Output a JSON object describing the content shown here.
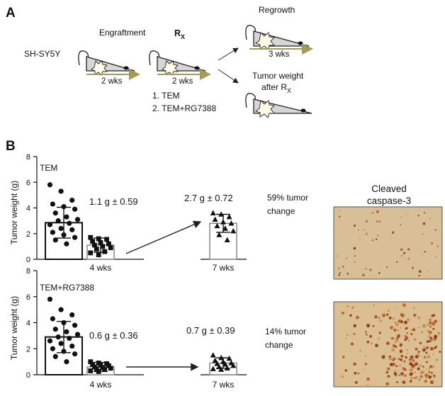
{
  "panel_a": {
    "label": "A",
    "cell_line": "SH-SY5Y",
    "steps": {
      "engraftment": "Engraftment",
      "rx_main": "R",
      "rx_sub": "X",
      "engraftment_duration": "2 wks",
      "rx_duration": "2 wks",
      "regrowth": "Regrowth",
      "regrowth_duration": "3 wks",
      "tumor_weight_line1": "Tumor weight",
      "tumor_weight_line2": "after R",
      "tumor_weight_sub": "X"
    },
    "treatments": [
      "1.  TEM",
      "2.  TEM+RG7388"
    ]
  },
  "panel_b": {
    "label": "B",
    "image_title_line1": "Cleaved",
    "image_title_line2": "caspase-3",
    "colors": {
      "marker": "#111111",
      "axis": "#111111",
      "arrow": "#222222",
      "stain_bg": "#d8bc93",
      "stain_dot": "#9a3f12"
    }
  },
  "chart_data": [
    {
      "type": "bar",
      "panel_label": "TEM",
      "ylabel": "Tumor weight (g)",
      "ylim": [
        0,
        8
      ],
      "yticks": [
        0,
        2,
        4,
        6,
        8
      ],
      "categories": [
        "",
        "4 wks",
        "7 wks"
      ],
      "values": [
        2.85,
        1.1,
        2.8
      ],
      "errors": [
        1.2,
        0.55,
        0.7
      ],
      "points": [
        [
          5.8,
          5.3,
          4.6,
          4.3,
          4.1,
          3.9,
          3.6,
          3.3,
          3.1,
          3.0,
          2.8,
          2.7,
          2.4,
          2.3,
          2.1,
          1.9,
          1.7,
          1.5,
          1.2
        ],
        [
          1.7,
          1.6,
          1.55,
          1.4,
          1.3,
          1.2,
          1.1,
          1.0,
          0.9,
          0.8,
          0.6,
          0.5,
          0.35
        ],
        [
          3.6,
          3.5,
          3.3,
          3.1,
          2.9,
          2.8,
          2.6,
          2.4,
          2.2,
          1.9,
          1.5
        ]
      ],
      "markers": [
        "circle",
        "square",
        "triangle"
      ],
      "annotations": [
        "1.1 g ± 0.59",
        "2.7 g ± 0.72",
        "59% tumor",
        "change"
      ]
    },
    {
      "type": "bar",
      "panel_label": "TEM+RG7388",
      "ylabel": "Tumor weight (g)",
      "ylim": [
        0,
        8
      ],
      "yticks": [
        0,
        2,
        4,
        6,
        8
      ],
      "categories": [
        "",
        "4 wks",
        "7 wks"
      ],
      "values": [
        2.9,
        0.6,
        0.9
      ],
      "errors": [
        1.2,
        0.35,
        0.4
      ],
      "points": [
        [
          5.8,
          5.0,
          4.6,
          4.3,
          4.0,
          3.8,
          3.5,
          3.3,
          3.1,
          2.9,
          2.8,
          2.6,
          2.4,
          2.2,
          2.0,
          1.8,
          1.6,
          1.4,
          1.0
        ],
        [
          1.0,
          0.9,
          0.85,
          0.8,
          0.75,
          0.7,
          0.6,
          0.55,
          0.5,
          0.45,
          0.4,
          0.3,
          0.25
        ],
        [
          1.5,
          1.3,
          1.25,
          1.1,
          1.0,
          0.9,
          0.85,
          0.8,
          0.7,
          0.6,
          0.5,
          0.45,
          0.4
        ]
      ],
      "markers": [
        "circle",
        "square",
        "triangle"
      ],
      "annotations": [
        "0.6 g ± 0.36",
        "0.7 g ± 0.39",
        "14% tumor",
        "change"
      ]
    }
  ]
}
